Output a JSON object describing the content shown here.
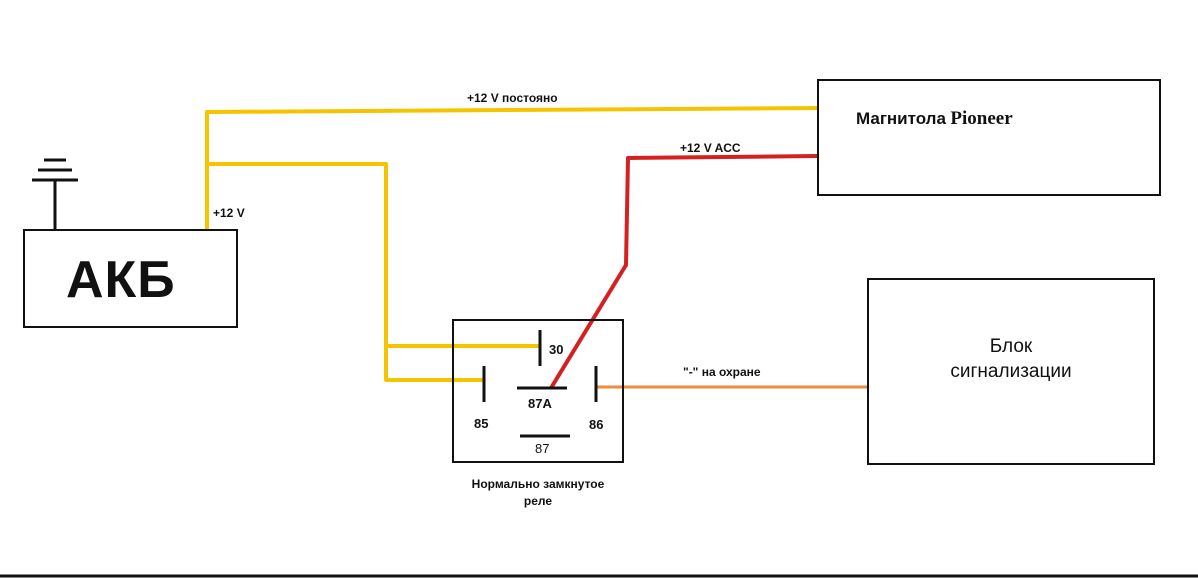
{
  "battery": {
    "label": "АКБ",
    "terminal_label": "+12 V"
  },
  "radio": {
    "label": "Магнитола",
    "brand": "Pioneer"
  },
  "alarm": {
    "line1": "Блок",
    "line2": "сигнализации"
  },
  "relay": {
    "pins": {
      "p30": "30",
      "p85": "85",
      "p86": "86",
      "p87a": "87A",
      "p87": "87"
    },
    "caption_line1": "Нормально замкнутое",
    "caption_line2": "реле"
  },
  "wires": {
    "constant": "+12 V постояно",
    "acc": "+12 V ACC",
    "arm_negative": "\"-\" на охране"
  },
  "colors": {
    "plus12_wire": "#f5c400",
    "acc_wire": "#d42020",
    "negative_wire": "#f08a40",
    "outline": "#111111"
  }
}
